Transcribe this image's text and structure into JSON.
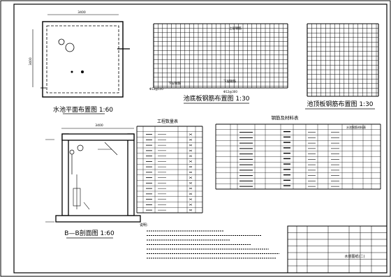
{
  "plan": {
    "title": "水池平面布置图 1:60",
    "dim_top": "3400",
    "dim_left": "3400"
  },
  "bottom_slab": {
    "title": "池底板钢筋布置图 1:30",
    "label_top": "上层钢筋",
    "label_bottom": "下层钢筋",
    "label_spacing_a": "Φ12@150",
    "label_spacing_b": "Φ12@300"
  },
  "top_slab": {
    "title": "池顶板钢筋布置图 1:30"
  },
  "section": {
    "title": "B—B剖面图 1:60",
    "dim_top": "3400"
  },
  "materials_table": {
    "title": "工程数量表"
  },
  "rebar_table": {
    "title": "钢筋及材料表",
    "rebar_header": "水池钢筋材料表"
  },
  "notes": {
    "heading": "说明："
  },
  "title_block": {
    "drawing_title": "水塔图纸(二)"
  }
}
